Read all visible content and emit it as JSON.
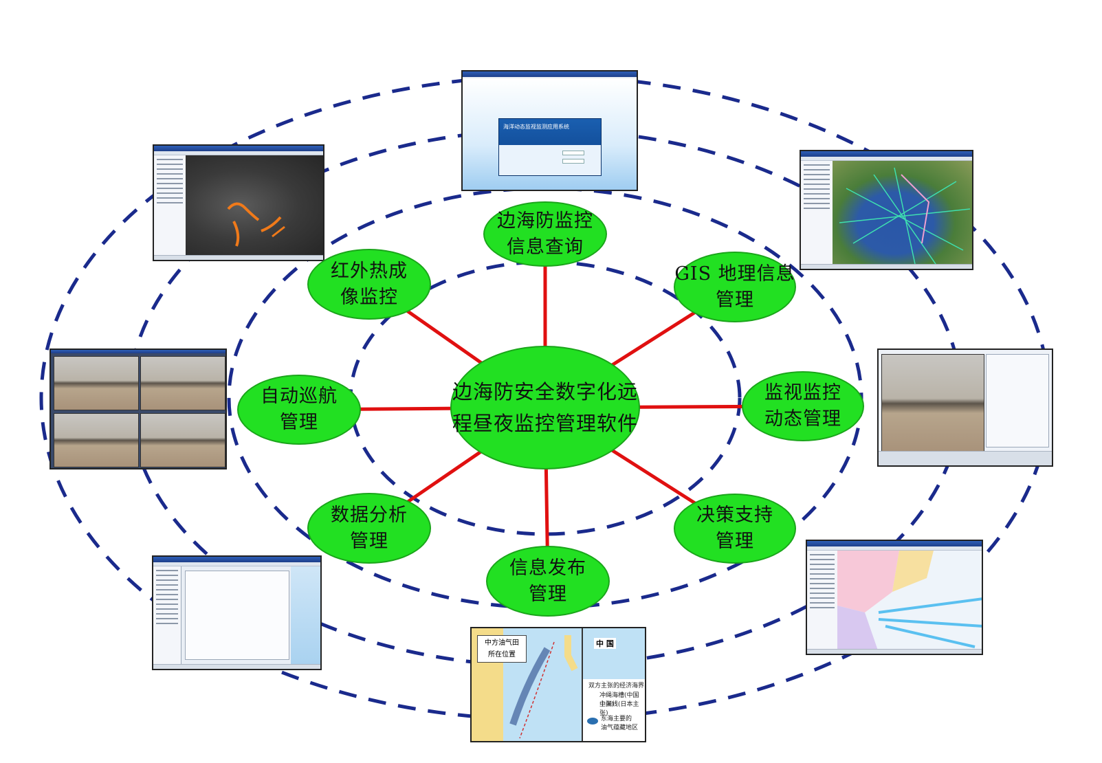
{
  "diagram": {
    "center": {
      "lines": [
        "边海防安全数字化远",
        "程昼夜监控管理软件"
      ]
    },
    "nodes": [
      {
        "id": "query",
        "lines": [
          "边海防监控",
          "信息查询"
        ]
      },
      {
        "id": "gis",
        "lines": [
          "GIS 地理信息",
          "管理"
        ]
      },
      {
        "id": "video",
        "lines": [
          "监视监控",
          "动态管理"
        ]
      },
      {
        "id": "decision",
        "lines": [
          "决策支持",
          "管理"
        ]
      },
      {
        "id": "publish",
        "lines": [
          "信息发布",
          "管理"
        ]
      },
      {
        "id": "analysis",
        "lines": [
          "数据分析",
          "管理"
        ]
      },
      {
        "id": "patrol",
        "lines": [
          "自动巡航",
          "管理"
        ]
      },
      {
        "id": "infrared",
        "lines": [
          "红外热成",
          "像监控"
        ]
      }
    ],
    "colors": {
      "node_fill": "#22e022",
      "connector": "#e01010",
      "ring": "#1a2a8c"
    },
    "screenshots": {
      "login": {
        "title": "海洋动态监视监测应用系统"
      },
      "east_sea_map": {
        "callout": [
          "中方油气田",
          "所在位置"
        ],
        "inset_label": "中 国",
        "legend_title": "双方主张的经济海界",
        "legend_items": [
          "冲绳海槽(中国主张)",
          "中间线(日本主张)"
        ],
        "area_note": [
          "东海主要的",
          "油气蕴藏地区"
        ]
      }
    }
  }
}
